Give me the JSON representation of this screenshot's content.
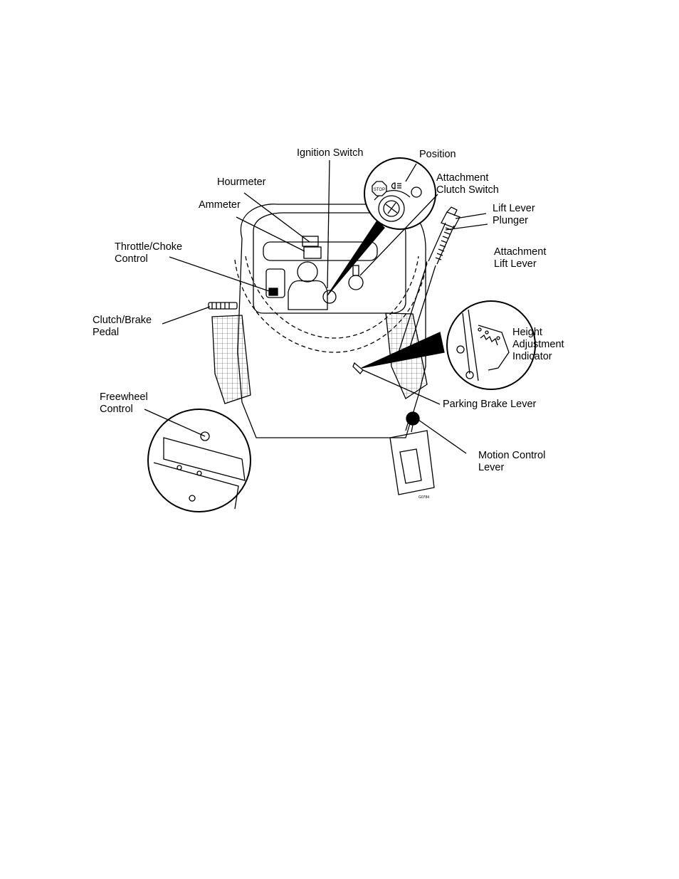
{
  "labels": {
    "ignition_switch": "Ignition Switch",
    "position": "Position",
    "hourmeter": "Hourmeter",
    "attachment_clutch_switch": "Attachment\nClutch Switch",
    "ammeter": "Ammeter",
    "lift_lever_plunger": "Lift Lever\nPlunger",
    "throttle_choke_control": "Throttle/Choke\nControl",
    "attachment_lift_lever": "Attachment\nLift Lever",
    "clutch_brake_pedal": "Clutch/Brake\nPedal",
    "height_adjustment_indicator": "Height\nAdjustment\nIndicator",
    "freewheel_control": "Freewheel\nControl",
    "parking_brake_lever": "Parking Brake Lever",
    "motion_control_lever": "Motion Control\nLever"
  },
  "key_switch": {
    "stop_label": "STOP"
  },
  "figure_id": "G0784"
}
